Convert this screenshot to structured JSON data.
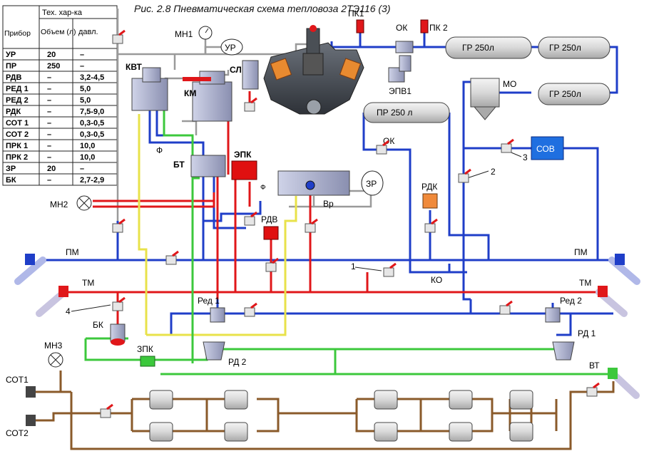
{
  "title": "Рис. 2.8  Пневматическая схема тепловоза 2ТЭ116 (3)",
  "colors": {
    "blue": "#1f3ec8",
    "red": "#e0171a",
    "green": "#3cc83c",
    "yellow": "#e8e24a",
    "brown": "#8a5a2a",
    "grey": "#9a9a9a",
    "sov_box": "#1f6fe0",
    "rdk_box": "#f08a3a",
    "rdv_box": "#e01010"
  },
  "table": {
    "col_device": "Прибор",
    "col_tech": "Тех. хар-ка",
    "col_volume": "Объем (л)",
    "col_pressure": "давл.",
    "rows": [
      {
        "device": "УР",
        "volume": "20",
        "pressure": "–"
      },
      {
        "device": "ПР",
        "volume": "250",
        "pressure": "–"
      },
      {
        "device": "РДВ",
        "volume": "–",
        "pressure": "3,2-4,5"
      },
      {
        "device": "РЕД 1",
        "volume": "–",
        "pressure": "5,0"
      },
      {
        "device": "РЕД 2",
        "volume": "–",
        "pressure": "5,0"
      },
      {
        "device": "РДК",
        "volume": "–",
        "pressure": "7,5-9,0"
      },
      {
        "device": "СОТ 1",
        "volume": "–",
        "pressure": "0,3-0,5"
      },
      {
        "device": "СОТ 2",
        "volume": "–",
        "pressure": "0,3-0,5"
      },
      {
        "device": "ПРК 1",
        "volume": "–",
        "pressure": "10,0"
      },
      {
        "device": "ПРК 2",
        "volume": "–",
        "pressure": "10,0"
      },
      {
        "device": "ЗР",
        "volume": "20",
        "pressure": "–"
      },
      {
        "device": "БК",
        "volume": "–",
        "pressure": "2,7-2,9"
      }
    ]
  },
  "labels": {
    "mn1": "МН1",
    "ur": "УР",
    "kvt": "КВТ",
    "km": "КМ",
    "sl": "СЛ",
    "pk1": "ПК1",
    "ok_top": "ОК",
    "pk2": "ПК 2",
    "gr1": "ГР 250л",
    "gr2": "ГР 250л",
    "gr3": "ГР 250л",
    "epv1": "ЭПВ1",
    "pr": "ПР 250 л",
    "mo": "МО",
    "ok_mid": "ОК",
    "sov": "СОВ",
    "f1": "Ф",
    "bt": "БТ",
    "epk": "ЭПК",
    "zr": "ЗР",
    "vr": "Вр",
    "rdk": "РДК",
    "rdv": "РДВ",
    "mn2": "МН2",
    "pm_left": "ПМ",
    "pm_right": "ПМ",
    "tm_left": "ТМ",
    "tm_right": "ТМ",
    "ko": "КО",
    "red1": "Ред 1",
    "red2": "Ред 2",
    "rd1": "РД 1",
    "rd2": "РД 2",
    "bk": "БК",
    "zpk": "ЗПК",
    "mn3": "МН3",
    "vt": "ВТ",
    "sot1": "СОТ1",
    "sot2": "СОТ2",
    "n1": "1",
    "n2": "2",
    "n3": "3",
    "n4": "4",
    "phi": "Ф"
  }
}
